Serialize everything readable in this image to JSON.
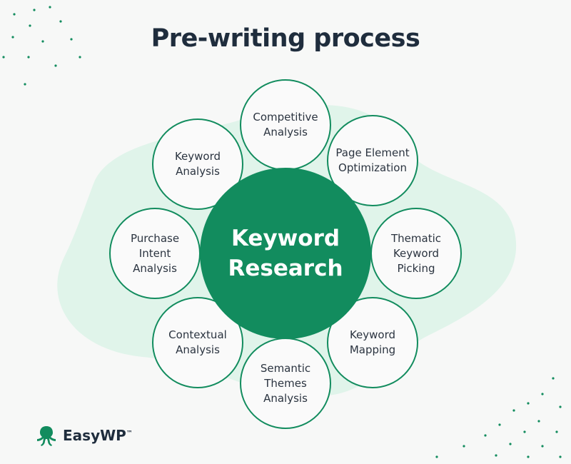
{
  "title": "Pre-writing process",
  "center": {
    "line1": "Keyword",
    "line2": "Research"
  },
  "nodes": [
    {
      "label": "Competitive Analysis"
    },
    {
      "label": "Page Element Optimization"
    },
    {
      "label": "Thematic Keyword Picking"
    },
    {
      "label": "Keyword Mapping"
    },
    {
      "label": "Semantic Themes Analysis"
    },
    {
      "label": "Contextual Analysis"
    },
    {
      "label": "Purchase Intent Analysis"
    },
    {
      "label": "Keyword Analysis"
    }
  ],
  "brand": {
    "name": "EasyWP",
    "tm": "™"
  },
  "colors": {
    "primary": "#128c5e",
    "blob": "#e0f4ea",
    "title": "#1f2d3d"
  }
}
